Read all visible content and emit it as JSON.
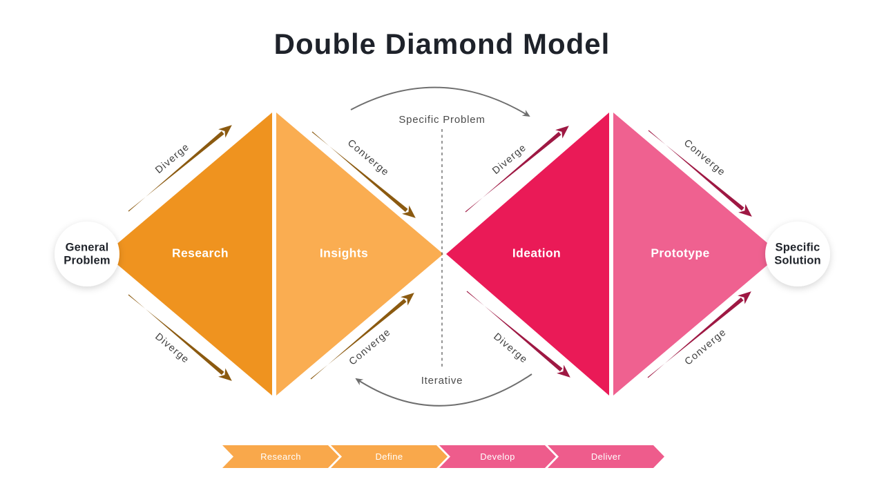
{
  "title": "Double Diamond Model",
  "colors": {
    "title_text": "#1E222A",
    "diamond1_left": "#EF931F",
    "diamond1_right": "#FAAD51",
    "diamond2_left": "#EA1A57",
    "diamond2_right": "#EF6190",
    "arrows_left": "#8B5A10",
    "arrows_right": "#9E1843",
    "flow_arc": "#6E6E6E",
    "dashed_divider": "#5A5A5A",
    "edge_label_text": "#3E3E3E",
    "flow_label_text": "#4A4A4A",
    "node_fill": "#FFFFFF",
    "node_text": "#20242B",
    "stage_label_text": "#FFFFFF",
    "step_orange": "#F9A84B",
    "step_pink": "#EE5C8C"
  },
  "diagram": {
    "start_node": {
      "line1": "General",
      "line2": "Problem"
    },
    "end_node": {
      "line1": "Specific",
      "line2": "Solution"
    },
    "flow_top_label": "Specific Problem",
    "flow_bottom_label": "Iterative",
    "diamond1": {
      "left_label": "Research",
      "right_label": "Insights"
    },
    "diamond2": {
      "left_label": "Ideation",
      "right_label": "Prototype"
    },
    "edge_labels": {
      "diverge": "Diverge",
      "converge": "Converge"
    }
  },
  "process_bar": {
    "steps": [
      {
        "label": "Research",
        "color": "#F9A84B"
      },
      {
        "label": "Define",
        "color": "#F9A84B"
      },
      {
        "label": "Develop",
        "color": "#EE5C8C"
      },
      {
        "label": "Deliver",
        "color": "#EE5C8C"
      }
    ]
  }
}
